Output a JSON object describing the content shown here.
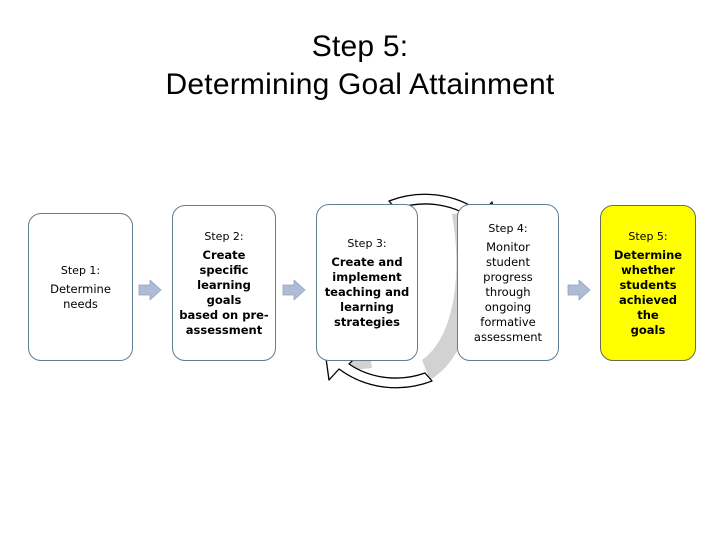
{
  "slide": {
    "title_line1": "Step 5:",
    "title_line2": "Determining Goal Attainment",
    "background_color": "#ffffff"
  },
  "colors": {
    "box_border": "#5f7f95",
    "box_fill": "#ffffff",
    "highlight_fill": "#ffff00",
    "highlight_border": "#6b6b4f",
    "connector_arrow": "#aebdd5",
    "connector_arrow_border": "#8fa3c4",
    "cycle_ring_gray": "#d2d2d2",
    "cycle_arrow_outline": "#000000",
    "text": "#000000"
  },
  "diagram": {
    "type": "process-flow-with-feedback-loop",
    "steps": [
      {
        "id": "step-1",
        "head": "Step 1:",
        "body": "Determine\nneeds",
        "highlighted": false,
        "emphasis": "light"
      },
      {
        "id": "step-2",
        "head": "Step 2:",
        "body": "Create specific\nlearning goals\nbased on pre-\nassessment",
        "highlighted": false,
        "emphasis": "bold"
      },
      {
        "id": "step-3",
        "head": "Step 3:",
        "body": "Create and\nimplement\nteaching and\nlearning\nstrategies",
        "highlighted": false,
        "emphasis": "bold"
      },
      {
        "id": "step-4",
        "head": "Step 4:",
        "body": "Monitor\nstudent\nprogress\nthrough\nongoing\nformative\nassessment",
        "highlighted": false,
        "emphasis": "light"
      },
      {
        "id": "step-5",
        "head": "Step 5:",
        "body": "Determine\nwhether\nstudents\nachieved the\ngoals",
        "highlighted": true,
        "emphasis": "bold"
      }
    ],
    "connectors": [
      {
        "id": "connector-1-2",
        "icon": "right-arrow-icon",
        "from": "step-1",
        "to": "step-2"
      },
      {
        "id": "connector-2-3",
        "icon": "right-arrow-icon",
        "from": "step-2",
        "to": "step-3"
      },
      {
        "id": "connector-4-5",
        "icon": "right-arrow-icon",
        "from": "step-4",
        "to": "step-5"
      }
    ],
    "cycle_loop": {
      "description": "Circular feedback loop between Step 3 and Step 4",
      "top_arrow_direction": "right",
      "bottom_arrow_direction": "left"
    }
  }
}
